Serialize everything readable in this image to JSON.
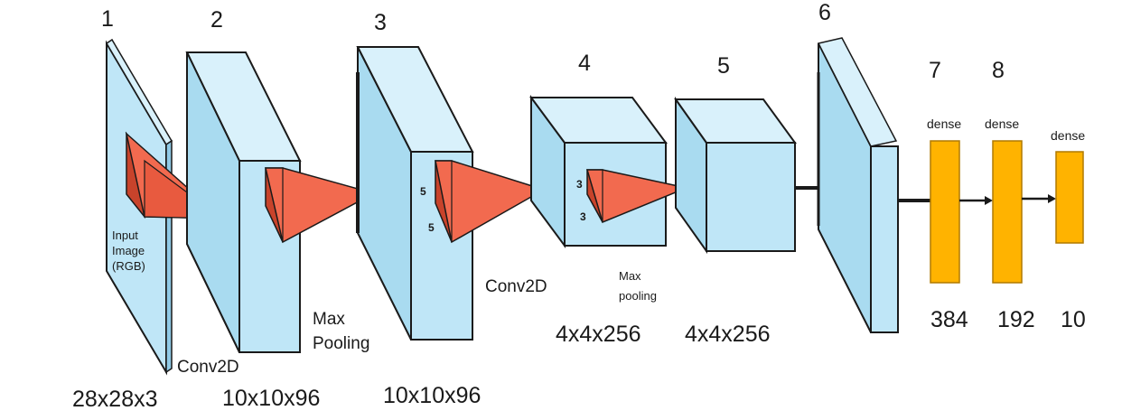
{
  "colors": {
    "volume_front": "#bfe6f7",
    "volume_side": "#8fcae6",
    "volume_top": "#d9f1fb",
    "edge": "#1a1a1a",
    "kernel_light": "#f26a4f",
    "kernel_dark": "#c8432b",
    "dense": "#ffb300",
    "dense_edge": "#b07a00"
  },
  "layers": {
    "l1": {
      "number": "1",
      "dims": "28x28x3",
      "label_line1": "Input",
      "label_line2": "Image",
      "label_line3": "(RGB)"
    },
    "l2": {
      "number": "2",
      "dims": "10x10x96"
    },
    "l3": {
      "number": "3",
      "dims": "10x10x96"
    },
    "l4": {
      "number": "4",
      "dims": "4x4x256"
    },
    "l5": {
      "number": "5",
      "dims": "4x4x256"
    },
    "l6": {
      "number": "6"
    },
    "l7": {
      "number": "7",
      "label": "dense",
      "units": "384"
    },
    "l8": {
      "number": "8",
      "label": "dense",
      "units": "192"
    },
    "l9": {
      "label": "dense",
      "units": "10"
    }
  },
  "operations": {
    "conv1": "Conv2D",
    "pool1_line1": "Max",
    "pool1_line2": "Pooling",
    "conv2": "Conv2D",
    "pool2_line1": "Max",
    "pool2_line2": "pooling"
  },
  "kernels": {
    "k5a": "5",
    "k5b": "5",
    "k3a": "3",
    "k3b": "3"
  }
}
